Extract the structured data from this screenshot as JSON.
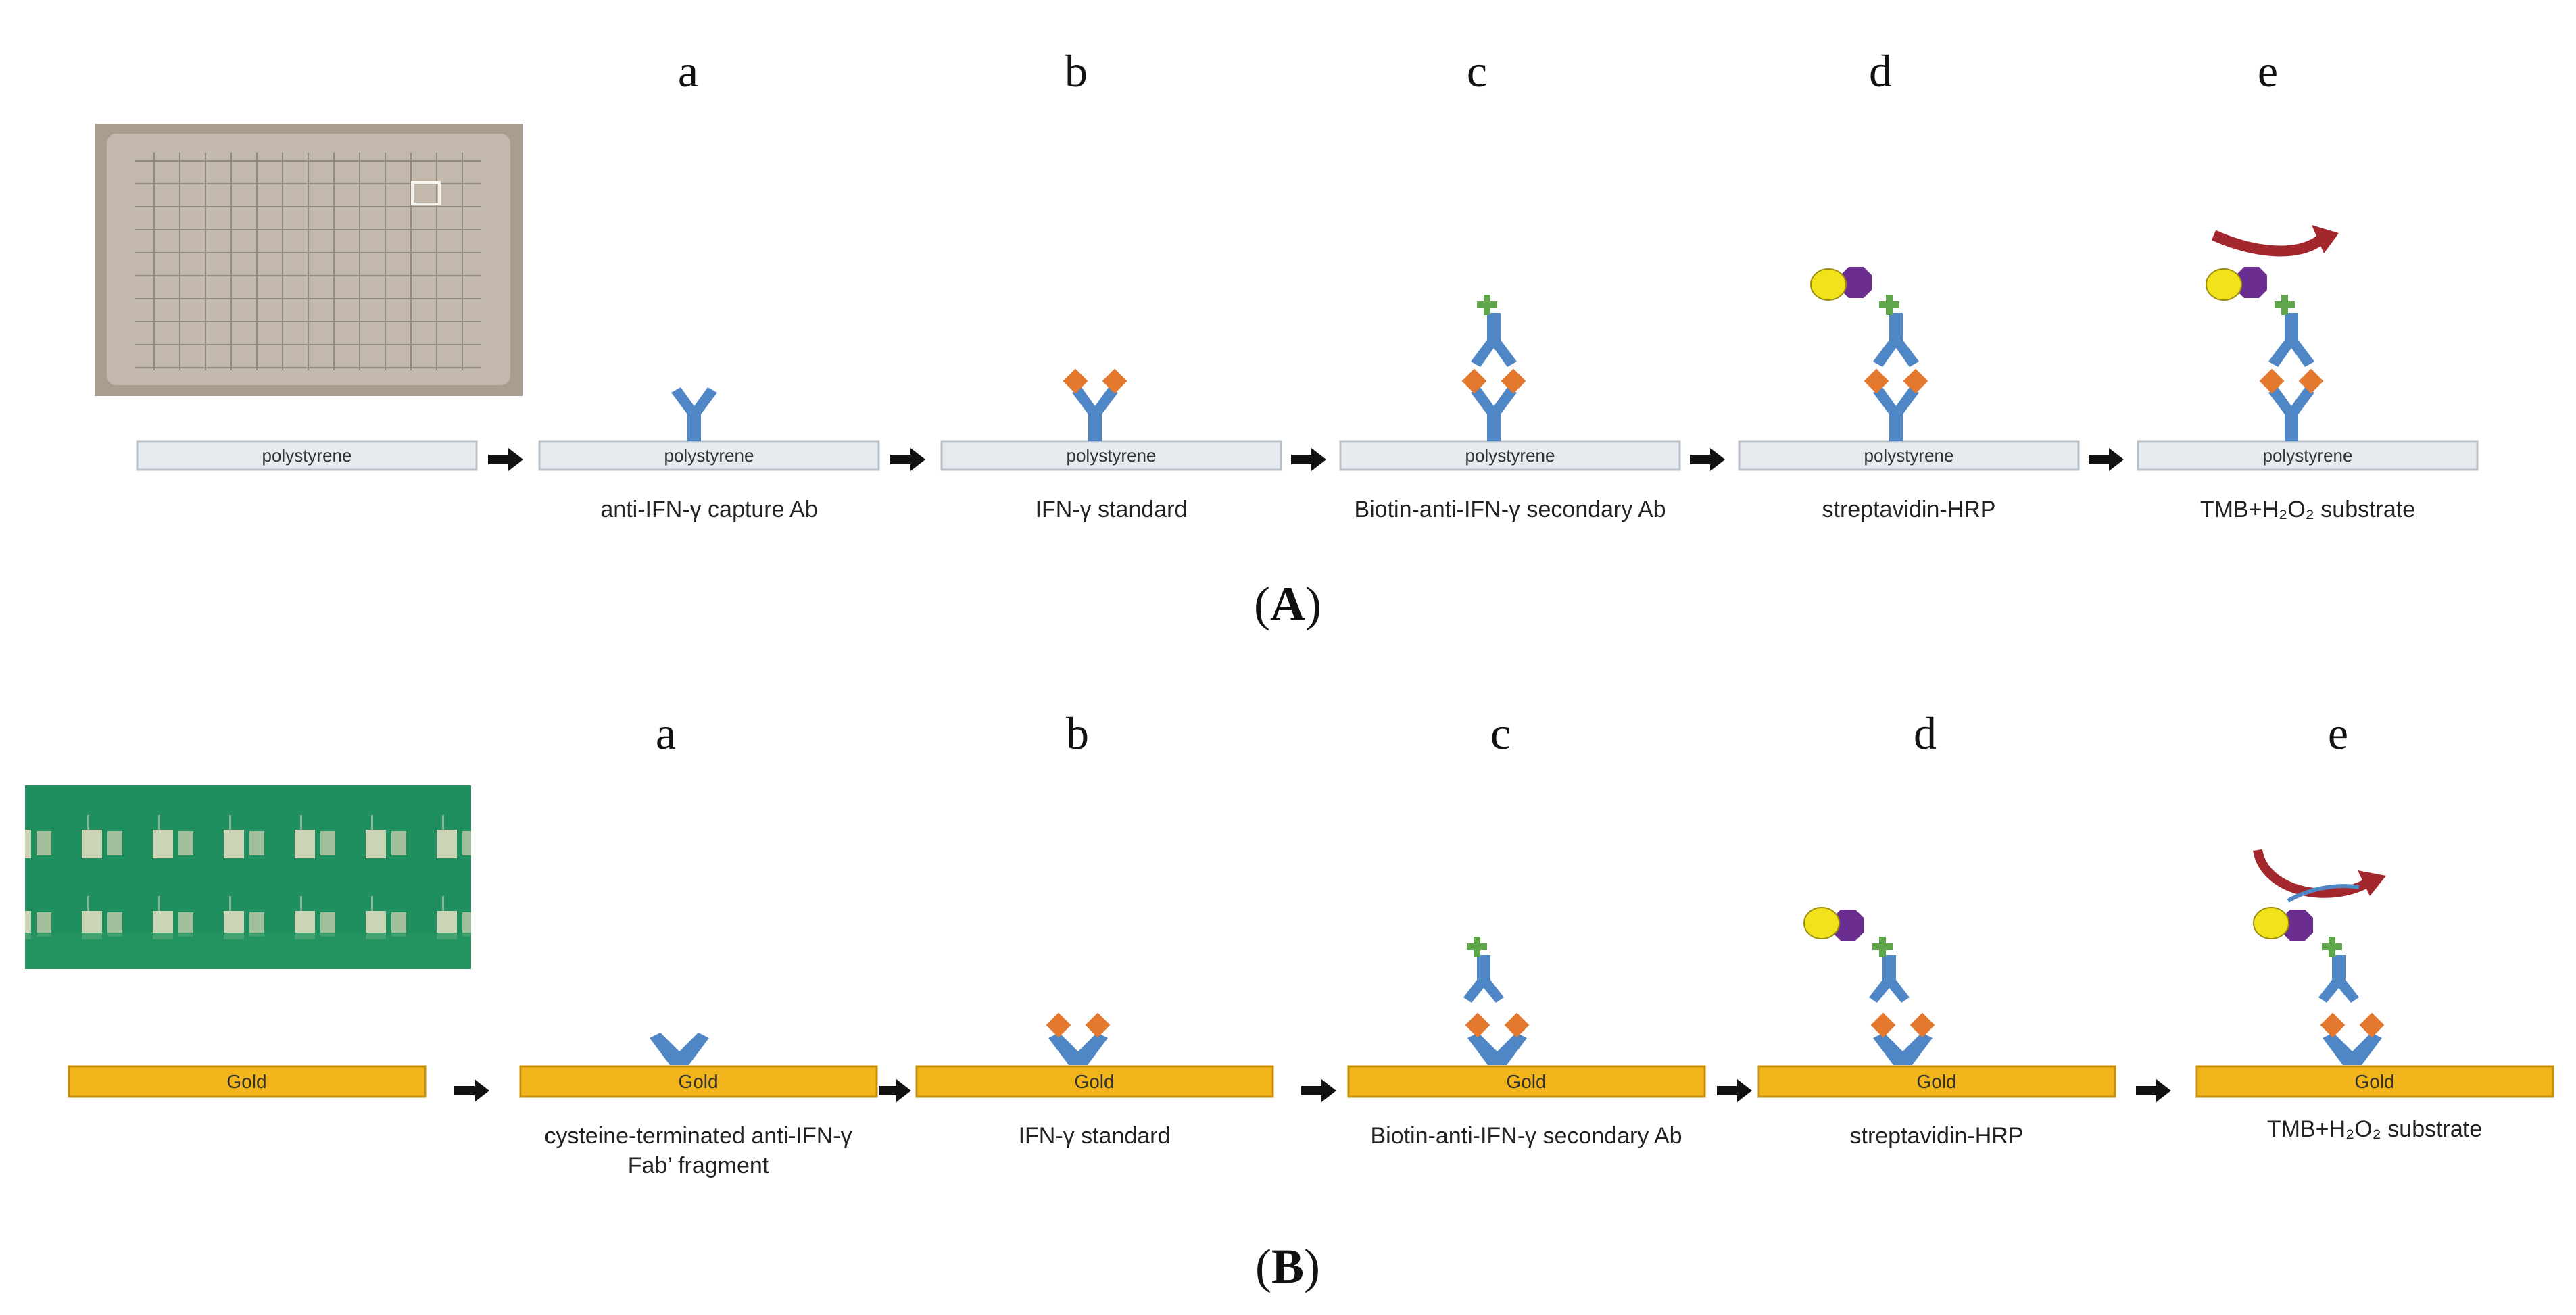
{
  "panel_a": {
    "step_letters": [
      "a",
      "b",
      "c",
      "d",
      "e"
    ],
    "substrate_label": "polystyrene",
    "step_captions": [
      "anti-IFN-γ capture Ab",
      "IFN-γ standard",
      "Biotin-anti-IFN-γ secondary Ab",
      "streptavidin-HRP",
      "TMB+H₂O₂ substrate"
    ],
    "panel_label_open": "(",
    "panel_label_letter": "A",
    "panel_label_close": ")"
  },
  "panel_b": {
    "step_letters": [
      "a",
      "b",
      "c",
      "d",
      "e"
    ],
    "substrate_label": "Gold",
    "step_captions": [
      "cysteine-terminated anti-IFN-γ",
      "IFN-γ standard",
      "Biotin-anti-IFN-γ secondary Ab",
      "streptavidin-HRP",
      "TMB+H₂O₂ substrate"
    ],
    "caption_a_line2": "Fab’ fragment",
    "panel_label_open": "(",
    "panel_label_letter": "B",
    "panel_label_close": ")"
  },
  "colors": {
    "antibody": "#4f86c6",
    "antigen": "#e3782e",
    "biotin": "#5fa64a",
    "streptavidin": "#6b2d8f",
    "hrp": "#f2e21b",
    "arrow_curve": "#a3282e",
    "polystyrene_fill": "#e7ebef",
    "gold_fill": "#f2b51c",
    "plate_photo": "#b9aea0",
    "chip_photo": "#1f8f5f"
  }
}
